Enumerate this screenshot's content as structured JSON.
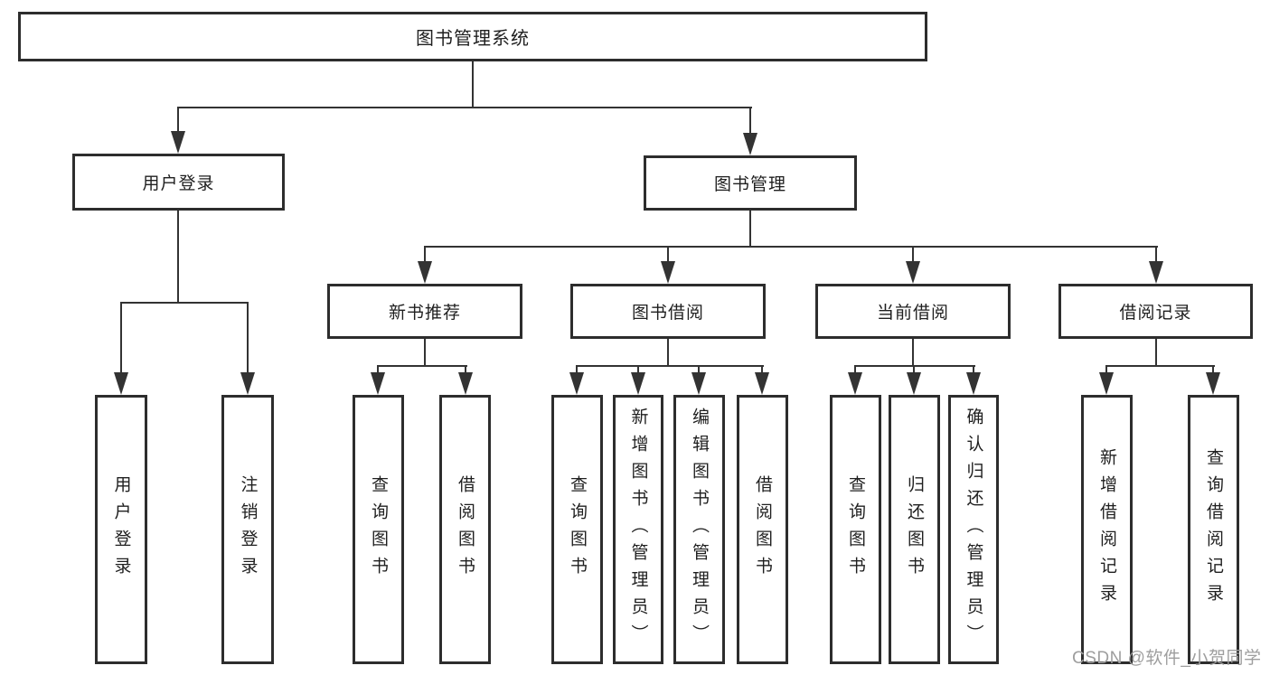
{
  "colors": {
    "line": "#333333",
    "box_border": "#2d2d2d",
    "text": "#1f1f1f",
    "watermark": "#9e9e9e",
    "background": "#ffffff"
  },
  "nodes": {
    "root": "图书管理系统",
    "user_login": "用户登录",
    "book_mgmt": "图书管理",
    "new_book_rec": "新书推荐",
    "book_borrow": "图书借阅",
    "current_borrow": "当前借阅",
    "borrow_records": "借阅记录",
    "leaves": {
      "user_login": "用户登录",
      "logout": "注销登录",
      "nbr_query": "查询图书",
      "nbr_borrow": "借阅图书",
      "bb_query": "查询图书",
      "bb_add": "新增图书（管理员）",
      "bb_edit": "编辑图书（管理员）",
      "bb_borrow": "借阅图书",
      "cb_query": "查询图书",
      "cb_return": "归还图书",
      "cb_confirm": "确认归还（管理员）",
      "br_add": "新增借阅记录",
      "br_query": "查询借阅记录"
    }
  },
  "watermark": "CSDN @软件_小贺同学"
}
